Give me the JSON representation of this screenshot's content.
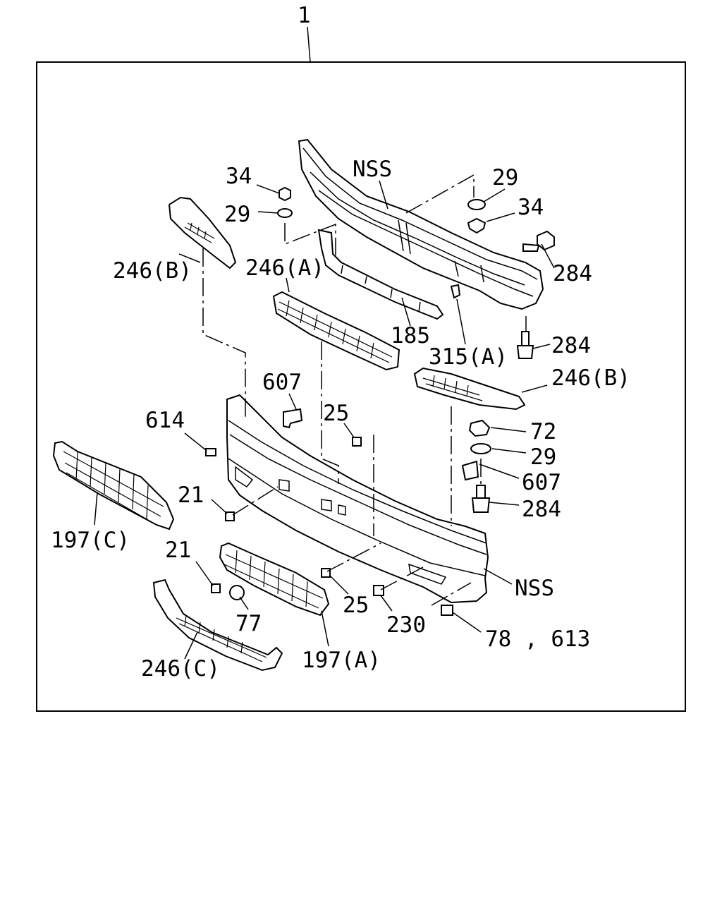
{
  "callouts": {
    "assembly": "1",
    "nss_top": "NSS",
    "nut_34_left": "34",
    "washer_29_left": "29",
    "washer_29_right": "29",
    "nut_34_right": "34",
    "bolt_284_top": "284",
    "bolt_284_mid": "284",
    "bolt_284_low": "284",
    "cover_246b_left": "246(B)",
    "grille_246a": "246(A)",
    "bracket_185": "185",
    "bracket_315a": "315(A)",
    "cover_246b_right": "246(B)",
    "bracket_607_top": "607",
    "bracket_607_right": "607",
    "clip_614": "614",
    "clip_25_top": "25",
    "clip_25_low": "25",
    "nut_72": "72",
    "washer_29_low": "29",
    "clip_21_upper": "21",
    "clip_21_lower": "21",
    "grille_197c": "197(C)",
    "screw_77": "77",
    "nss_bottom": "NSS",
    "clip_230": "230",
    "clip_78_613": "78 , 613",
    "grille_197a": "197(A)",
    "cover_246c": "246(C)"
  }
}
